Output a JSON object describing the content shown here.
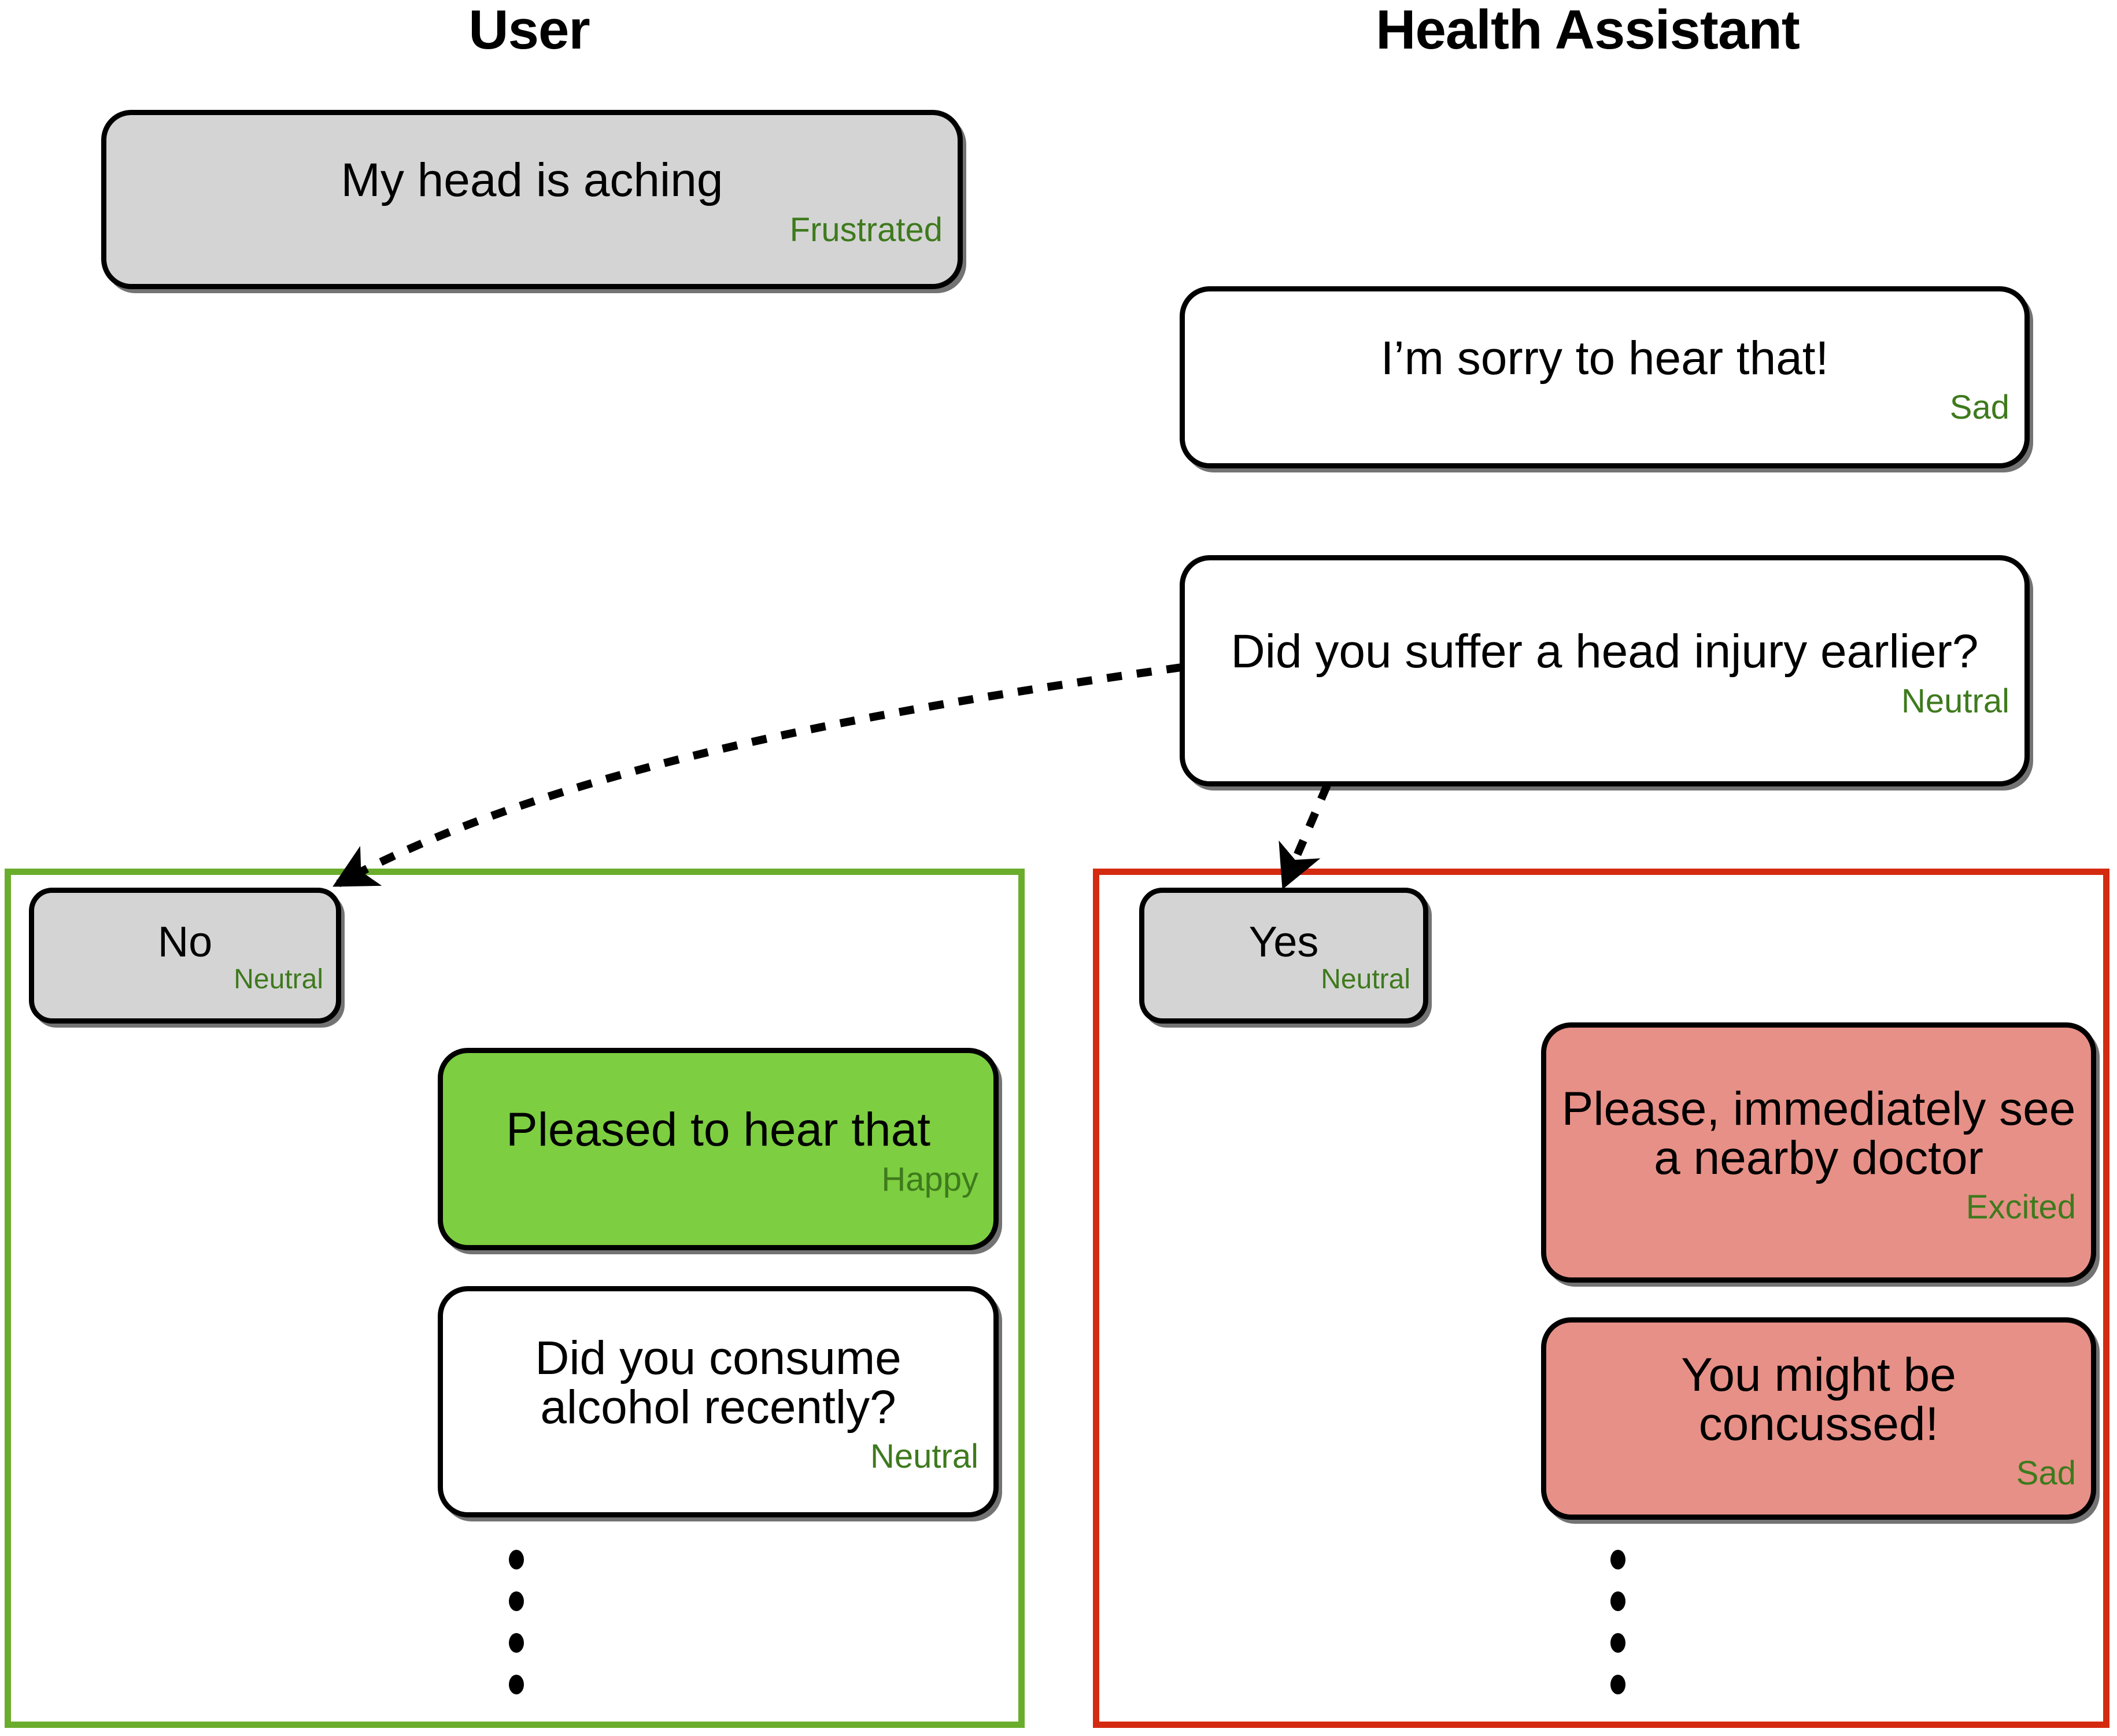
{
  "headers": {
    "user": "User",
    "assistant": "Health Assistant"
  },
  "colors": {
    "emotion_label": "#3E7A1D",
    "bubble_border": "#000000",
    "user_bubble_fill": "#d4d4d4",
    "assistant_bubble_fill": "#ffffff",
    "happy_bubble_fill": "#7DCE40",
    "alert_bubble_fill": "#E79087",
    "region_no_border": "#6AAD2C",
    "region_yes_border": "#D42A10"
  },
  "bubbles": {
    "user_complaint": {
      "text": "My head is aching",
      "emotion": "Frustrated"
    },
    "assistant_sorry": {
      "text": "I’m sorry to hear that!",
      "emotion": "Sad"
    },
    "assistant_question": {
      "text": "Did you suffer a head injury earlier?",
      "emotion": "Neutral"
    },
    "user_no": {
      "text": "No",
      "emotion": "Neutral"
    },
    "assistant_pleased": {
      "text": "Pleased to hear that",
      "emotion": "Happy"
    },
    "assistant_alcohol": {
      "text": "Did you consume alcohol recently?",
      "emotion": "Neutral"
    },
    "user_yes": {
      "text": "Yes",
      "emotion": "Neutral"
    },
    "assistant_doctor": {
      "text": "Please, immediately see a nearby doctor",
      "emotion": "Excited"
    },
    "assistant_concussed": {
      "text": "You might be concussed!",
      "emotion": "Sad"
    }
  }
}
